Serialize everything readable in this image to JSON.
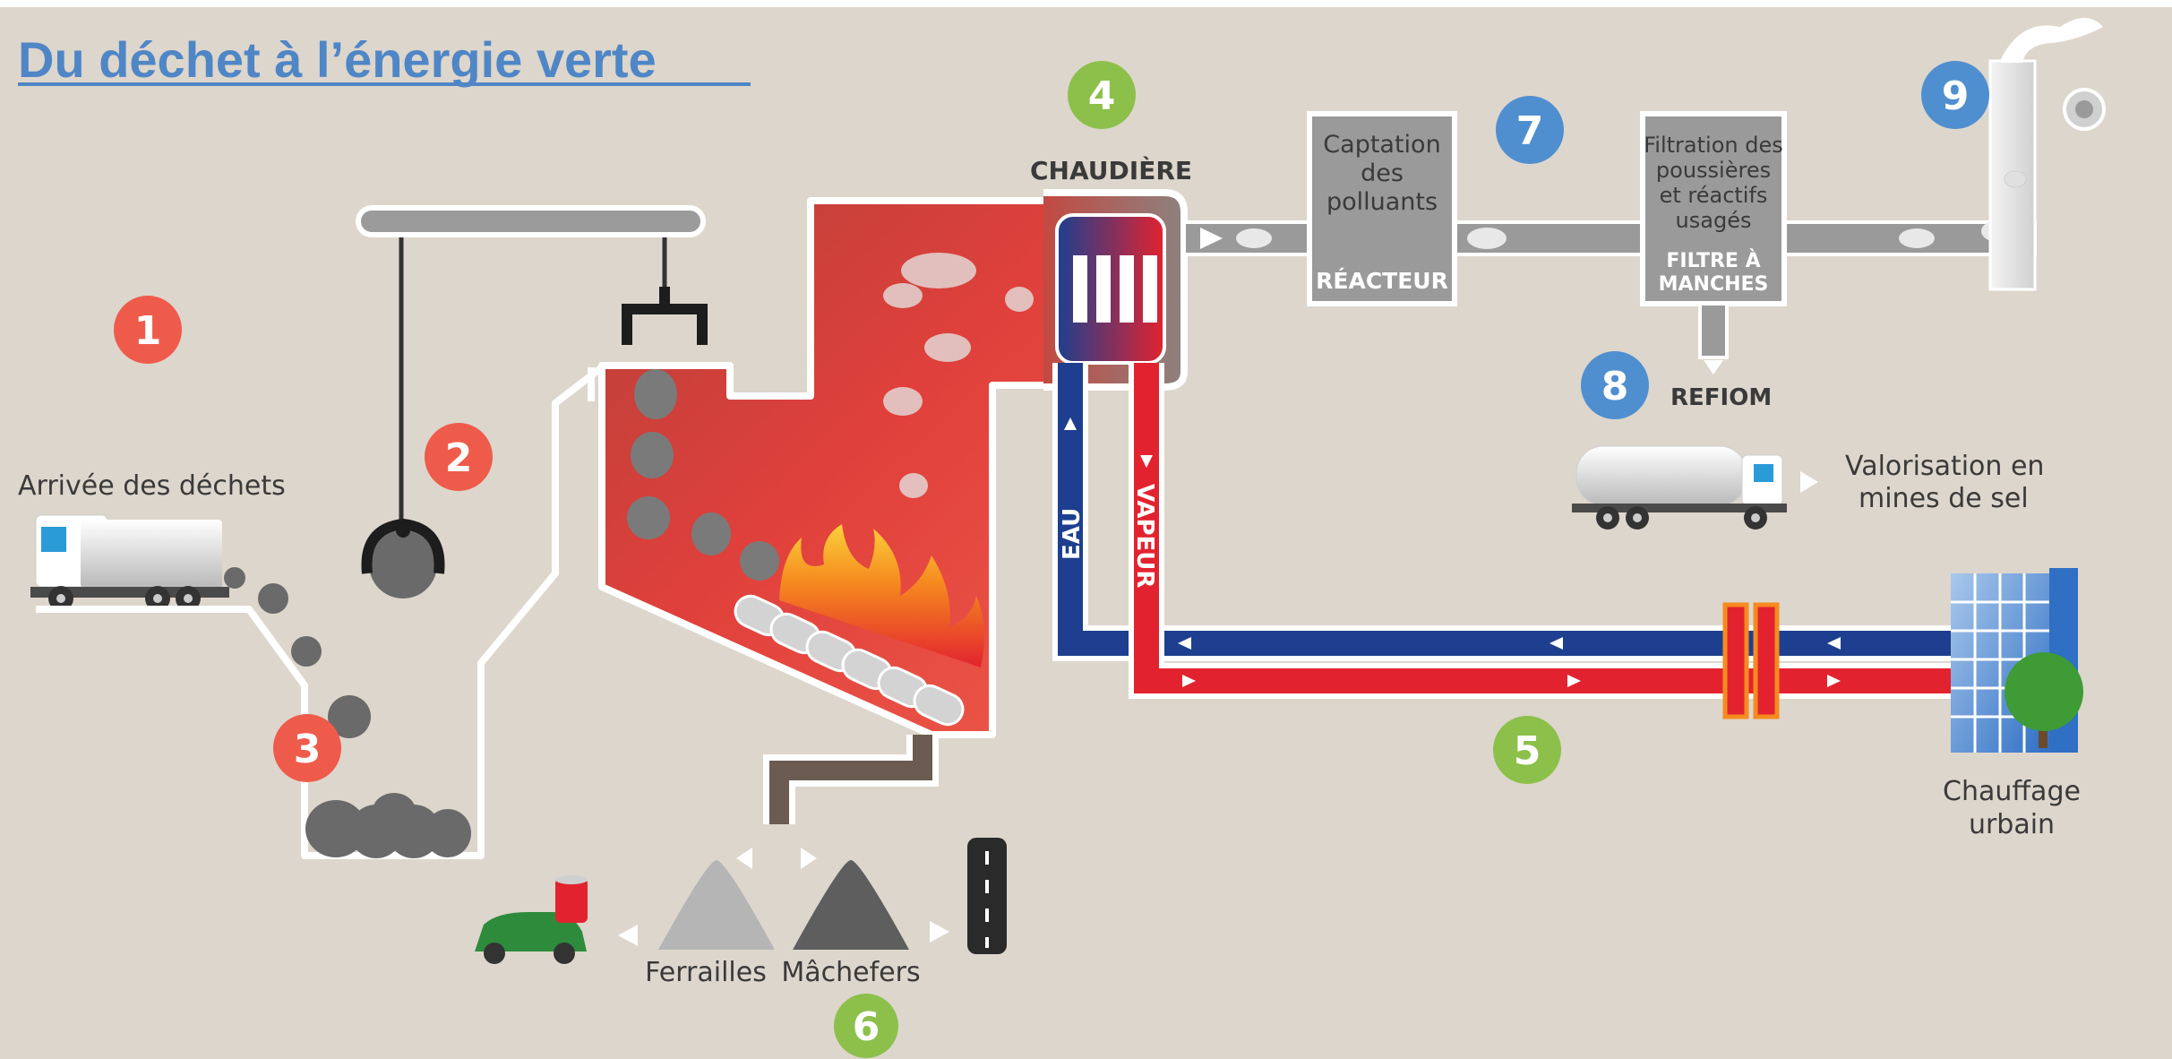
{
  "title": "Du déchet à l’énergie verte",
  "steps": [
    "1",
    "2",
    "3",
    "4",
    "5",
    "6",
    "7",
    "8",
    "9"
  ],
  "labels": {
    "arrival": "Arrivée des déchets",
    "boiler": "CHAUDIÈRE",
    "capture_1": "Captation",
    "capture_2": "des",
    "capture_3": "polluants",
    "reactor": "RÉACTEUR",
    "filtration_1": "Filtration des",
    "filtration_2": "poussières",
    "filtration_3": "et réactifs",
    "filtration_4": "usagés",
    "bag_filter_1": "FILTRE À",
    "bag_filter_2": "MANCHES",
    "refiom": "REFIOM",
    "valorisation_1": "Valorisation en",
    "valorisation_2": "mines de sel",
    "water": "EAU",
    "steam": "VAPEUR",
    "heating_1": "Chauffage",
    "heating_2": "urbain",
    "scrap": "Ferrailles",
    "bottom_ash": "Mâchefers"
  },
  "colors": {
    "background": "#ddd6cc",
    "title": "#4f86c6",
    "step_red": "#ef5b4b",
    "step_green": "#8cc04b",
    "step_blue": "#4f8fd0",
    "water_pipe": "#1e3f8f",
    "steam_pipe": "#e2232f",
    "furnace": "#d9413b",
    "filter_box": "#9a9a9a"
  }
}
